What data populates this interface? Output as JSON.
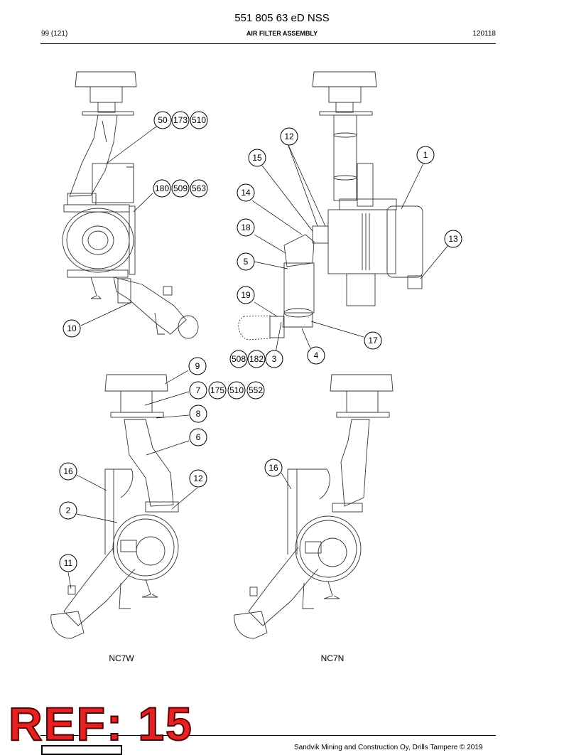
{
  "header": {
    "doc_number": "551 805 63 eD NSS",
    "page": "99 (121)",
    "section_title": "AIR FILTER ASSEMBLY",
    "date": "120118"
  },
  "callouts": [
    {
      "label": "50"
    },
    {
      "label": "173"
    },
    {
      "label": "510"
    },
    {
      "label": "12"
    },
    {
      "label": "1"
    },
    {
      "label": "15"
    },
    {
      "label": "180"
    },
    {
      "label": "509"
    },
    {
      "label": "563"
    },
    {
      "label": "14"
    },
    {
      "label": "18"
    },
    {
      "label": "13"
    },
    {
      "label": "5"
    },
    {
      "label": "19"
    },
    {
      "label": "10"
    },
    {
      "label": "17"
    },
    {
      "label": "508"
    },
    {
      "label": "182"
    },
    {
      "label": "3"
    },
    {
      "label": "4"
    },
    {
      "label": "9"
    },
    {
      "label": "7"
    },
    {
      "label": "175"
    },
    {
      "label": "510"
    },
    {
      "label": "552"
    },
    {
      "label": "8"
    },
    {
      "label": "6"
    },
    {
      "label": "16"
    },
    {
      "label": "12"
    },
    {
      "label": "16"
    },
    {
      "label": "2"
    },
    {
      "label": "11"
    }
  ],
  "views": [
    {
      "label": "NC7W"
    },
    {
      "label": "NC7N"
    }
  ],
  "footer": {
    "ref_stamp": "REF: 15",
    "copyright": "Sandvik Mining and Construction Oy, Drills Tampere © 2019"
  }
}
